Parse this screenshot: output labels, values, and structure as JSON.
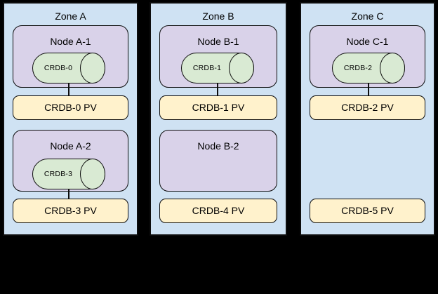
{
  "diagram": {
    "kind": "kubernetes-zones-architecture",
    "colors": {
      "background": "#000000",
      "zone_fill": "#cfe2f3",
      "node_fill": "#d9d2e9",
      "db_fill": "#d9ead3",
      "pv_fill": "#fff2cc",
      "line": "#0d0d0d"
    },
    "zones": [
      {
        "title": "Zone A",
        "rows": [
          {
            "node": "Node A-1",
            "db": "CRDB-0",
            "pv": "CRDB-0 PV"
          },
          {
            "node": "Node A-2",
            "db": "CRDB-3",
            "pv": "CRDB-3 PV"
          }
        ]
      },
      {
        "title": "Zone B",
        "rows": [
          {
            "node": "Node B-1",
            "db": "CRDB-1",
            "pv": "CRDB-1 PV"
          },
          {
            "node": "Node B-2",
            "pv": "CRDB-4 PV"
          }
        ]
      },
      {
        "title": "Zone C",
        "rows": [
          {
            "node": "Node C-1",
            "db": "CRDB-2",
            "pv": "CRDB-2 PV"
          },
          {
            "pv": "CRDB-5 PV"
          }
        ]
      }
    ]
  }
}
